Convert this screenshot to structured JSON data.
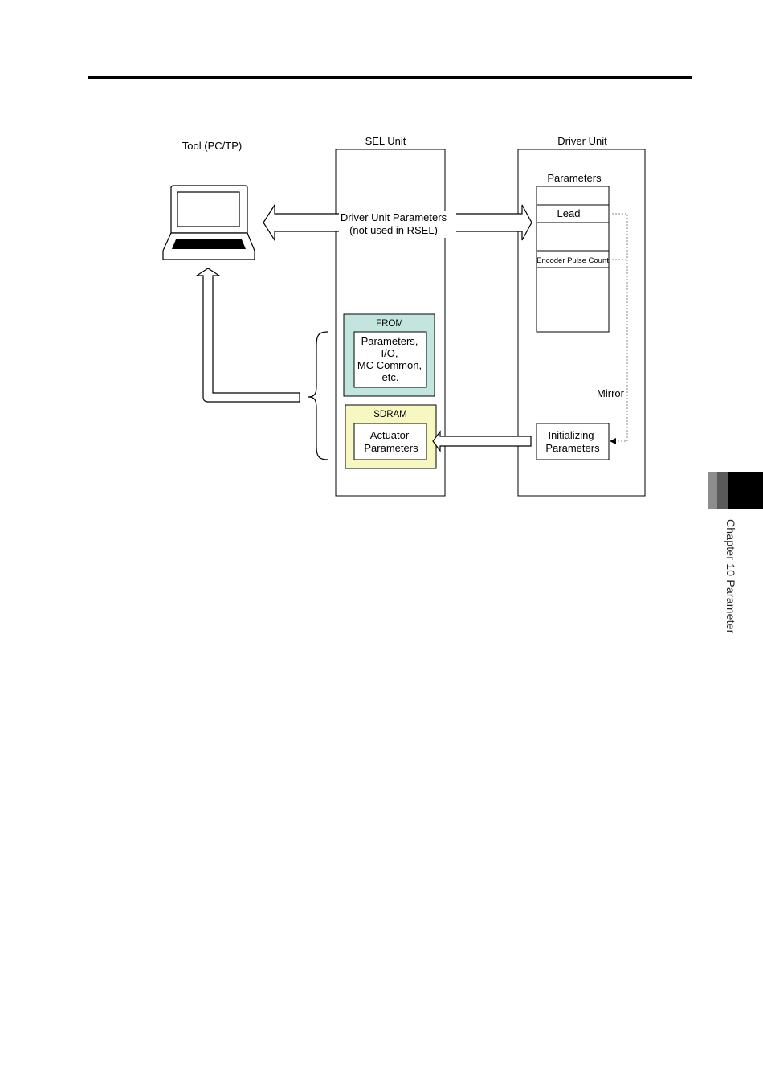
{
  "diagram": {
    "tool_label": "Tool (PC/TP)",
    "sel_unit_label": "SEL Unit",
    "driver_unit_label": "Driver Unit",
    "arrow_label_line1": "Driver Unit Parameters",
    "arrow_label_line2": "(not used in RSEL)",
    "parameters_title": "Parameters",
    "lead_label": "Lead",
    "encoder_label": "Encoder Pulse Count",
    "from_title": "FROM",
    "from_content": [
      "Parameters,",
      "I/O,",
      "MC Common,",
      "etc."
    ],
    "sdram_title": "SDRAM",
    "sdram_content": [
      "Actuator",
      "Parameters"
    ],
    "init_content": [
      "Initializing",
      "Parameters"
    ],
    "mirror_label": "Mirror",
    "colors": {
      "from_fill": "#c2e5de",
      "sdram_fill": "#f7f7c2"
    }
  },
  "side_tab": {
    "chapter_label": "Chapter 10 Parameter"
  }
}
